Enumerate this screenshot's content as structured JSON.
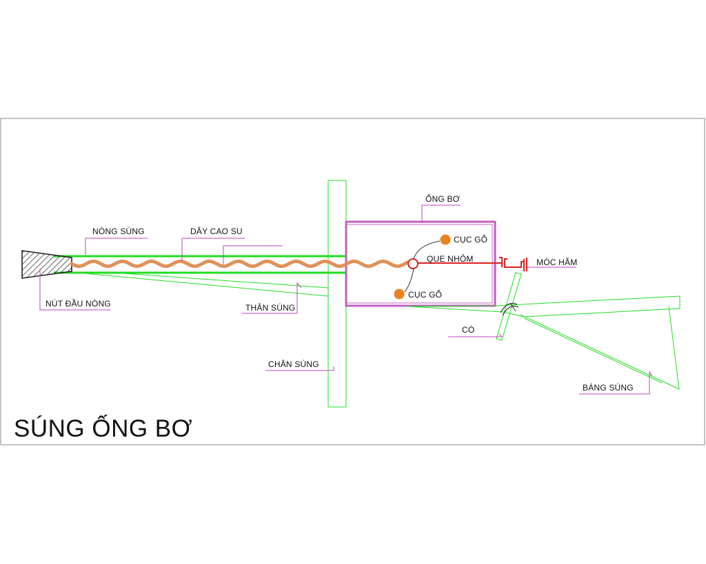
{
  "diagram": {
    "title": "SÚNG ỐNG BƠ",
    "labels": {
      "nong_sung": "NÒNG SÚNG",
      "day_cao_su": "DÂY CAO SU",
      "ong_bo": "ỐNG BƠ",
      "cuc_go_top": "CỤC GỖ",
      "cuc_go_bottom": "CỤC GỖ",
      "que_nhom": "QUE NHÔM",
      "moc_ham": "MÓC HÃM",
      "nut_dau_nong": "NÚT ĐẦU NÒNG",
      "than_sung": "THÂN SÚNG",
      "co": "CÒ",
      "chan_sung": "CHÂN SÚNG",
      "bang_sung": "BÁNG SÚNG"
    },
    "colors": {
      "frame": "#888888",
      "barrel": "#22dd22",
      "rubber": "#e0915a",
      "ong_bo": "#c060c0",
      "wood_ball": "#e8821e",
      "que_nhom": "#dd2020",
      "leader": "#c040c0"
    }
  }
}
